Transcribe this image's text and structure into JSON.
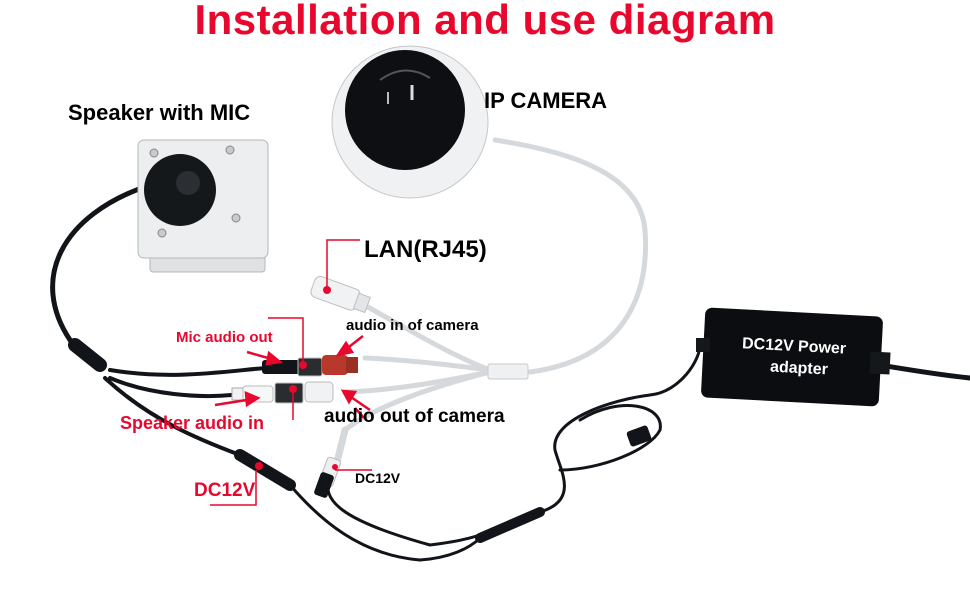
{
  "title": "Installation and use diagram",
  "components": {
    "speaker": {
      "label": "Speaker with MIC"
    },
    "camera": {
      "label": "IP CAMERA"
    },
    "power_adapter": {
      "label_line1": "DC12V Power",
      "label_line2": "adapter"
    }
  },
  "callouts": {
    "lan": "LAN(RJ45)",
    "audio_in_camera": "audio in of camera",
    "mic_audio_out": "Mic audio out",
    "speaker_audio_in": "Speaker audio in",
    "audio_out_camera": "audio out of camera",
    "dc12v_speaker": "DC12V",
    "dc12v_camera": "DC12V"
  },
  "colors": {
    "title": "#e8082e",
    "callout_red": "#e8082e",
    "cable_black": "#111418",
    "cable_white": "#e9ecee",
    "rca_red": "#b8392c"
  }
}
